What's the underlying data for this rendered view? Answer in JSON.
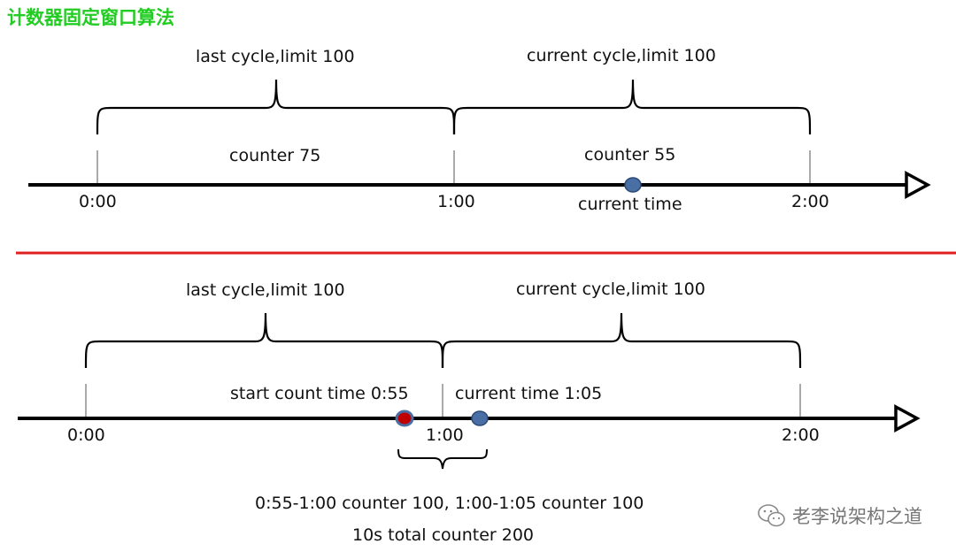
{
  "title": "计数器固定窗口算法",
  "top": {
    "last_cycle": "last cycle,limit 100",
    "current_cycle": "current cycle,limit 100",
    "counter_last": "counter 75",
    "counter_current": "counter 55",
    "ticks": [
      "0:00",
      "1:00",
      "2:00"
    ],
    "current_time": "current time"
  },
  "bottom": {
    "last_cycle": "last cycle,limit 100",
    "current_cycle": "current cycle,limit 100",
    "start_count": "start count time 0:55",
    "current_time": "current time 1:05",
    "ticks": [
      "0:00",
      "1:00",
      "2:00"
    ],
    "summary_line1": "0:55-1:00 counter 100, 1:00-1:05 counter 100",
    "summary_line2": "10s total counter 200"
  },
  "watermark": "老李说架构之道",
  "colors": {
    "title": "#22cc22",
    "divider": "#e02020",
    "marker_blue": "#4a6fa5",
    "marker_red": "#c00000"
  }
}
